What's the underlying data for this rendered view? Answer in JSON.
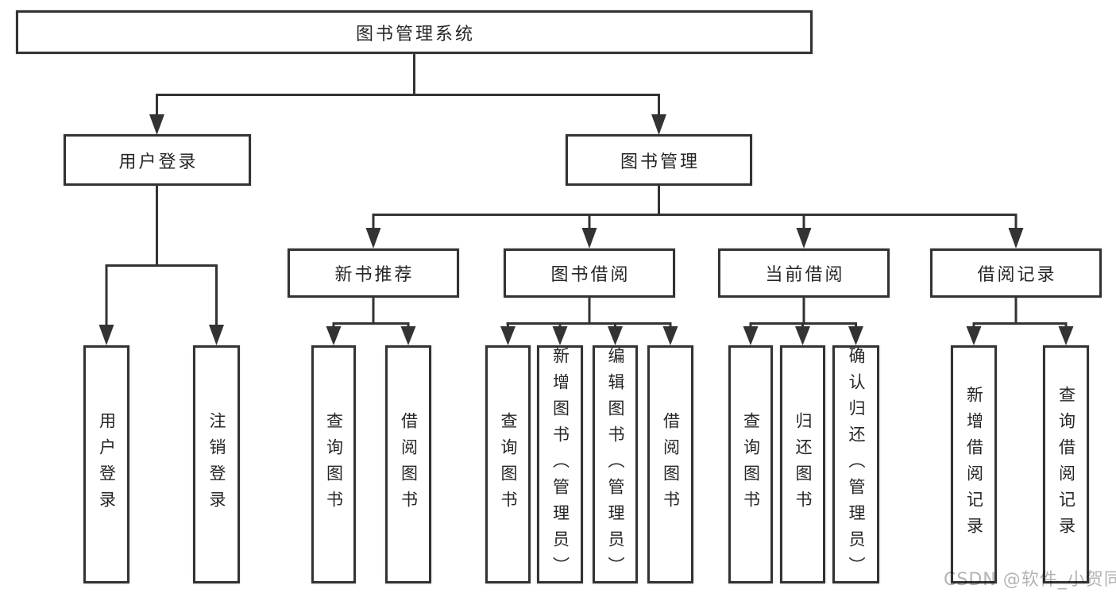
{
  "diagram_title": "图书管理系统",
  "tree": {
    "label": "图书管理系统",
    "children": [
      {
        "label": "用户登录",
        "children": [
          {
            "label": "用户登录"
          },
          {
            "label": "注销登录"
          }
        ]
      },
      {
        "label": "图书管理",
        "children": [
          {
            "label": "新书推荐",
            "children": [
              {
                "label": "查询图书"
              },
              {
                "label": "借阅图书"
              }
            ]
          },
          {
            "label": "图书借阅",
            "children": [
              {
                "label": "查询图书"
              },
              {
                "label": "新增图书（管理员）"
              },
              {
                "label": "编辑图书（管理员）"
              },
              {
                "label": "借阅图书"
              }
            ]
          },
          {
            "label": "当前借阅",
            "children": [
              {
                "label": "查询图书"
              },
              {
                "label": "归还图书"
              },
              {
                "label": "确认归还（管理员）"
              }
            ]
          },
          {
            "label": "借阅记录",
            "children": [
              {
                "label": "新增借阅记录"
              },
              {
                "label": "查询借阅记录"
              }
            ]
          }
        ]
      }
    ]
  },
  "watermark": {
    "text": "CSDN @软件_小贺同学"
  },
  "colors": {
    "line": "#333333",
    "text": "#262626",
    "watermark": "#b4b4b4",
    "background": "#ffffff"
  }
}
